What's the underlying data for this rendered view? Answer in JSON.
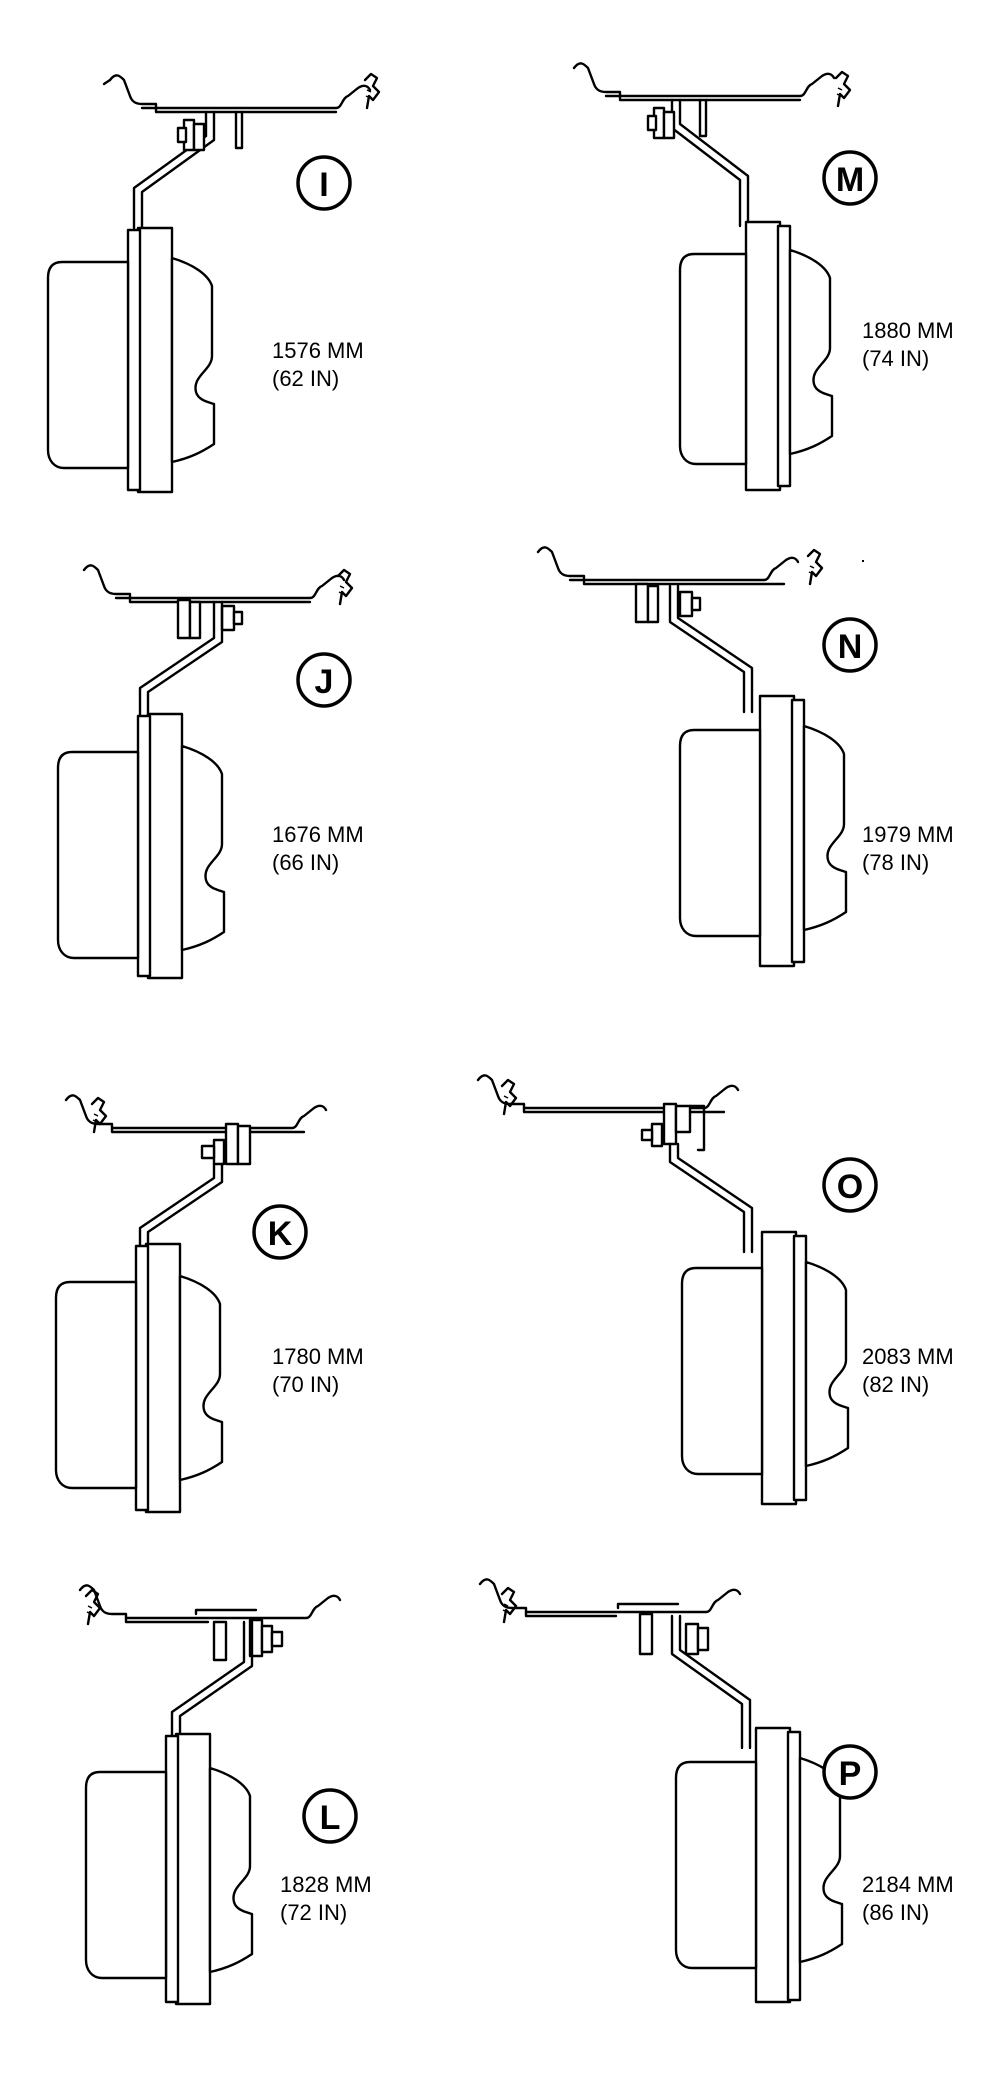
{
  "panels": [
    {
      "letter": "I",
      "mm": "1576 MM",
      "inch": "(62 IN)"
    },
    {
      "letter": "M",
      "mm": "1880 MM",
      "inch": "(74 IN)"
    },
    {
      "letter": "J",
      "mm": "1676 MM",
      "inch": "(66 IN)"
    },
    {
      "letter": "N",
      "mm": "1979 MM",
      "inch": "(78 IN)"
    },
    {
      "letter": "K",
      "mm": "1780 MM",
      "inch": "(70 IN)"
    },
    {
      "letter": "O",
      "mm": "2083 MM",
      "inch": "(82 IN)"
    },
    {
      "letter": "L",
      "mm": "1828 MM",
      "inch": "(72 IN)"
    },
    {
      "letter": "P",
      "mm": "2184 MM",
      "inch": "(86 IN)"
    }
  ]
}
